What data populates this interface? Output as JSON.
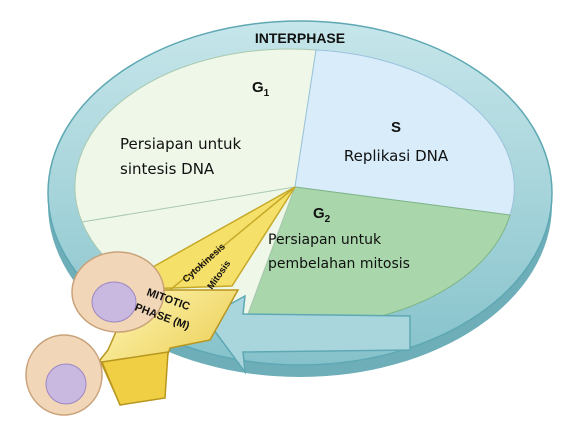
{
  "ring_label": "INTERPHASE",
  "phases": {
    "g1": {
      "label": "G",
      "sub": "1",
      "desc_line1": "Persiapan untuk",
      "desc_line2": "sintesis DNA"
    },
    "s": {
      "label": "S",
      "desc": "Replikasi DNA"
    },
    "g2": {
      "label": "G",
      "sub": "2",
      "desc_line1": "Persiapan untuk",
      "desc_line2": "pembelahan mitosis"
    }
  },
  "mitotic": {
    "cytokinesis": "Cytokinesis",
    "mitosis": "Mitosis",
    "line1": "MITOTIC",
    "line2": "PHASE (M)"
  },
  "colors": {
    "ring": "#a9d6dc",
    "ring_edge": "#5ea8b4",
    "g1": "#eef7e8",
    "s": "#d8ecf9",
    "g2": "#9fd0a3",
    "mitotic": "#f5e06a",
    "cell": "#f2d6b8",
    "nucleus": "#c9b8e0"
  }
}
